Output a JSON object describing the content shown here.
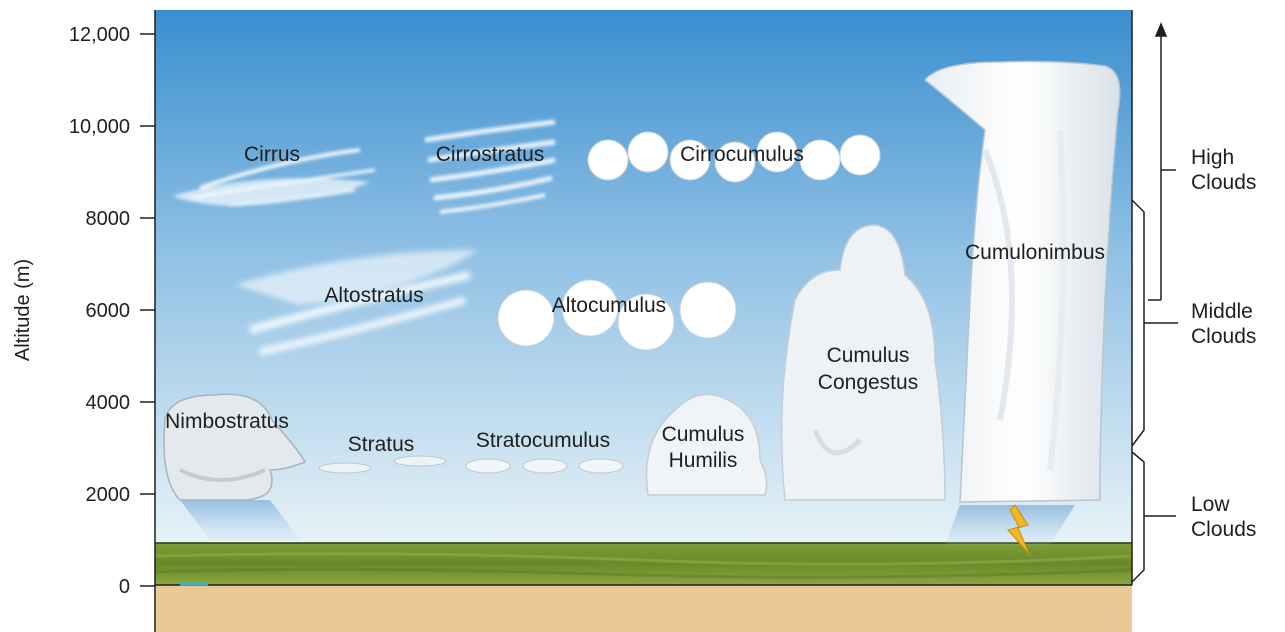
{
  "axis": {
    "label": "Altitude (m)",
    "ticks": [
      "12,000",
      "10,000",
      "8000",
      "6000",
      "4000",
      "2000",
      "0"
    ]
  },
  "clouds": {
    "cirrus": "Cirrus",
    "cirrostratus": "Cirrostratus",
    "cirrocumulus": "Cirrocumulus",
    "altostratus": "Altostratus",
    "altocumulus": "Altocumulus",
    "nimbostratus": "Nimbostratus",
    "stratus": "Stratus",
    "stratocumulus": "Stratocumulus",
    "cumulus_humilis": [
      "Cumulus",
      "Humilis"
    ],
    "cumulus_congestus": [
      "Cumulus",
      "Congestus"
    ],
    "cumulonimbus": "Cumulonimbus"
  },
  "groups": {
    "high": [
      "High",
      "Clouds"
    ],
    "middle": [
      "Middle",
      "Clouds"
    ],
    "low": [
      "Low",
      "Clouds"
    ]
  },
  "colors": {
    "sky_top": "#3a8ed0",
    "sky_bottom": "#e4f1f7",
    "grass": "#6f8f2e",
    "soil": "#e9c996"
  }
}
